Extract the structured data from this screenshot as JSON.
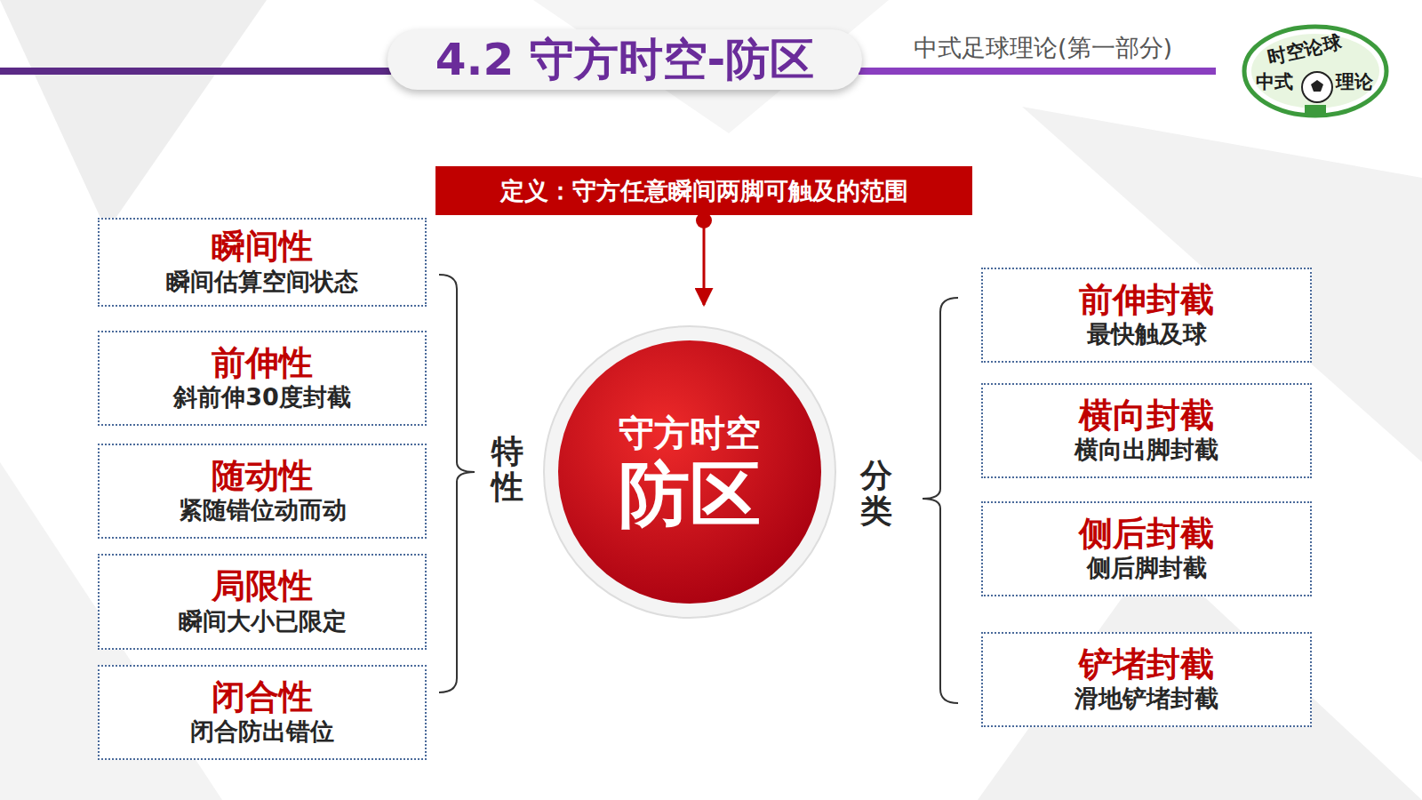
{
  "diagram": {
    "title": "4.2 守方时空-防区",
    "nodes": [
      {
        "text": [
          "定义：守方任意瞬间两脚可触及的范围"
        ]
      },
      {
        "text": [
          "守方时空",
          "防区"
        ]
      },
      {
        "text": [
          "瞬间性",
          "瞬间估算空间状态"
        ]
      },
      {
        "text": [
          "前伸性",
          "斜前伸30度封截"
        ]
      },
      {
        "text": [
          "随动性",
          "紧随错位动而动"
        ]
      },
      {
        "text": [
          "局限性",
          "瞬间大小已限定"
        ]
      },
      {
        "text": [
          "闭合性",
          "闭合防出错位"
        ]
      },
      {
        "text": [
          "前伸封截",
          "最快触及球"
        ]
      },
      {
        "text": [
          "横向封截",
          "横向出脚封截"
        ]
      },
      {
        "text": [
          "侧后封截",
          "侧后脚封截"
        ]
      },
      {
        "text": [
          "铲堵封截",
          "滑地铲堵封截"
        ]
      }
    ],
    "edges": [
      {
        "from": 0,
        "to": 1,
        "arrow": "to"
      }
    ],
    "labels": [
      "中式足球理论(第一部分)",
      "特性",
      "分类",
      "时空论球",
      "中式",
      "理论"
    ]
  }
}
